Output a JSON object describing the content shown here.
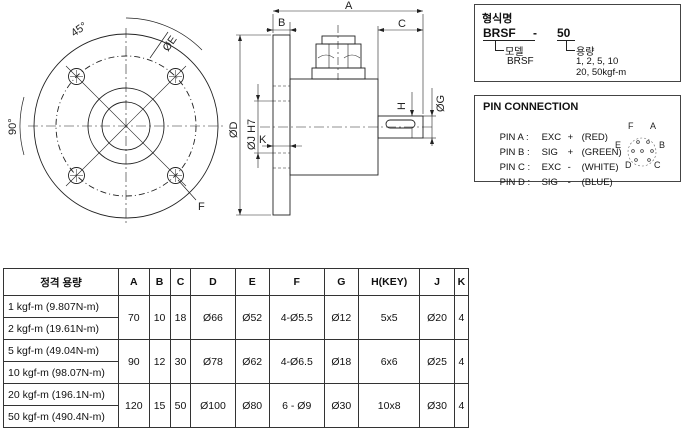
{
  "drawing_labels": {
    "angle_45": "45°",
    "angle_90": "90°",
    "phi_E": "ØE",
    "F": "F",
    "A": "A",
    "B": "B",
    "C": "C",
    "H": "H",
    "phi_G": "ØG",
    "phi_D": "ØD",
    "phi_J_H7": "ØJ H7",
    "K": "K"
  },
  "model": {
    "title": "형식명",
    "code": "BRSF",
    "dash": "-",
    "capacity_code": "50",
    "model_label": "모델",
    "model_value": "BRSF",
    "capacity_label": "용량",
    "capacity_values_1": "1, 2, 5, 10",
    "capacity_values_2": "20, 50kgf-m"
  },
  "pin_connection": {
    "title": "PIN CONNECTION",
    "pins": [
      {
        "pin": "PIN A :",
        "name": "EXC",
        "sign": "+",
        "color": "(RED)"
      },
      {
        "pin": "PIN B :",
        "name": "SIG",
        "sign": "+",
        "color": "(GREEN)"
      },
      {
        "pin": "PIN C :",
        "name": "EXC",
        "sign": "-",
        "color": "(WHITE)"
      },
      {
        "pin": "PIN D :",
        "name": "SIG",
        "sign": "-",
        "color": "(BLUE)"
      }
    ],
    "connector_letters": {
      "A": "A",
      "B": "B",
      "C": "C",
      "D": "D",
      "E": "E",
      "F": "F"
    }
  },
  "spec_table": {
    "headers": [
      "정격 용량",
      "A",
      "B",
      "C",
      "D",
      "E",
      "F",
      "G",
      "H(KEY)",
      "J",
      "K"
    ],
    "capacities": [
      "1 kgf-m (9.807N-m)",
      "2 kgf-m (19.61N-m)",
      "5 kgf-m (49.04N-m)",
      "10 kgf-m (98.07N-m)",
      "20 kgf-m (196.1N-m)",
      "50 kgf-m (490.4N-m)"
    ],
    "groups": [
      [
        "70",
        "10",
        "18",
        "Ø66",
        "Ø52",
        "4-Ø5.5",
        "Ø12",
        "5x5",
        "Ø20",
        "4"
      ],
      [
        "90",
        "12",
        "30",
        "Ø78",
        "Ø62",
        "4-Ø6.5",
        "Ø18",
        "6x6",
        "Ø25",
        "4"
      ],
      [
        "120",
        "15",
        "50",
        "Ø100",
        "Ø80",
        "6 - Ø9",
        "Ø30",
        "10x8",
        "Ø30",
        "4"
      ]
    ]
  }
}
